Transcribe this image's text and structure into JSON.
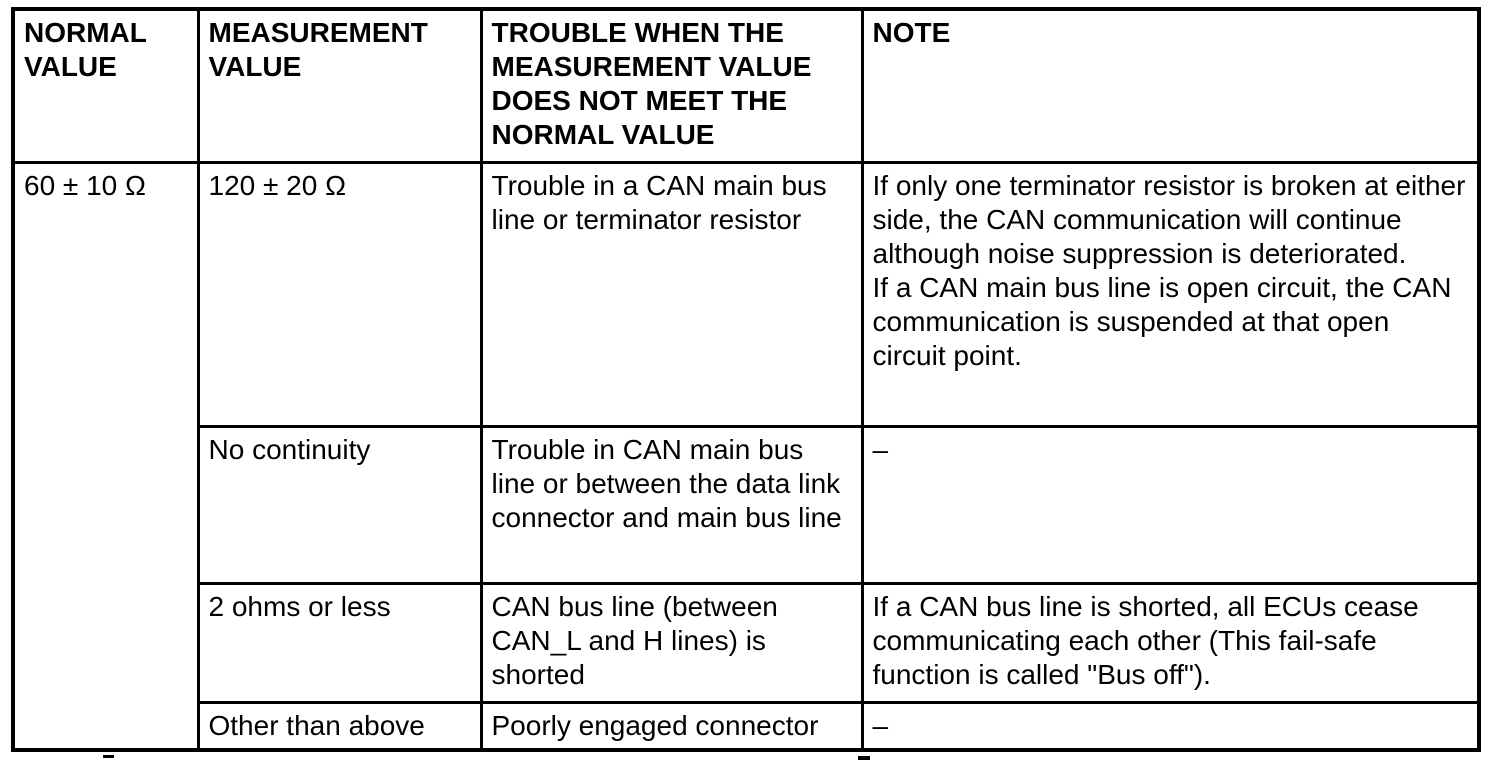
{
  "table": {
    "headers": {
      "normal_value": "NORMAL VALUE",
      "measurement_value": "MEASUREMENT VALUE",
      "trouble": "TROUBLE WHEN THE MEASUREMENT VALUE DOES NOT MEET THE NORMAL VALUE",
      "note": "NOTE"
    },
    "normal_value": "60 ± 10 Ω",
    "rows": [
      {
        "measurement_value": "120 ± 20 Ω",
        "trouble": "Trouble in a CAN main bus line or terminator resistor",
        "note": "If only one terminator resistor is broken at either side, the CAN communication will continue although noise suppression is deteriorated.\nIf a CAN main bus line is open circuit, the CAN communication is suspended at that open circuit point."
      },
      {
        "measurement_value": "No continuity",
        "trouble": "Trouble in CAN main bus line or between the data link connector and main bus line",
        "note": "–"
      },
      {
        "measurement_value": "2 ohms or less",
        "trouble": "CAN bus line (between CAN_L and H lines) is shorted",
        "note": "If a CAN bus line is shorted, all ECUs cease communicating each other (This fail-safe function is called \"Bus off\")."
      },
      {
        "measurement_value": "Other than above",
        "trouble": "Poorly engaged connector",
        "note": "–"
      }
    ],
    "colors": {
      "text": "#000000",
      "border": "#000000",
      "background": "#ffffff"
    }
  }
}
